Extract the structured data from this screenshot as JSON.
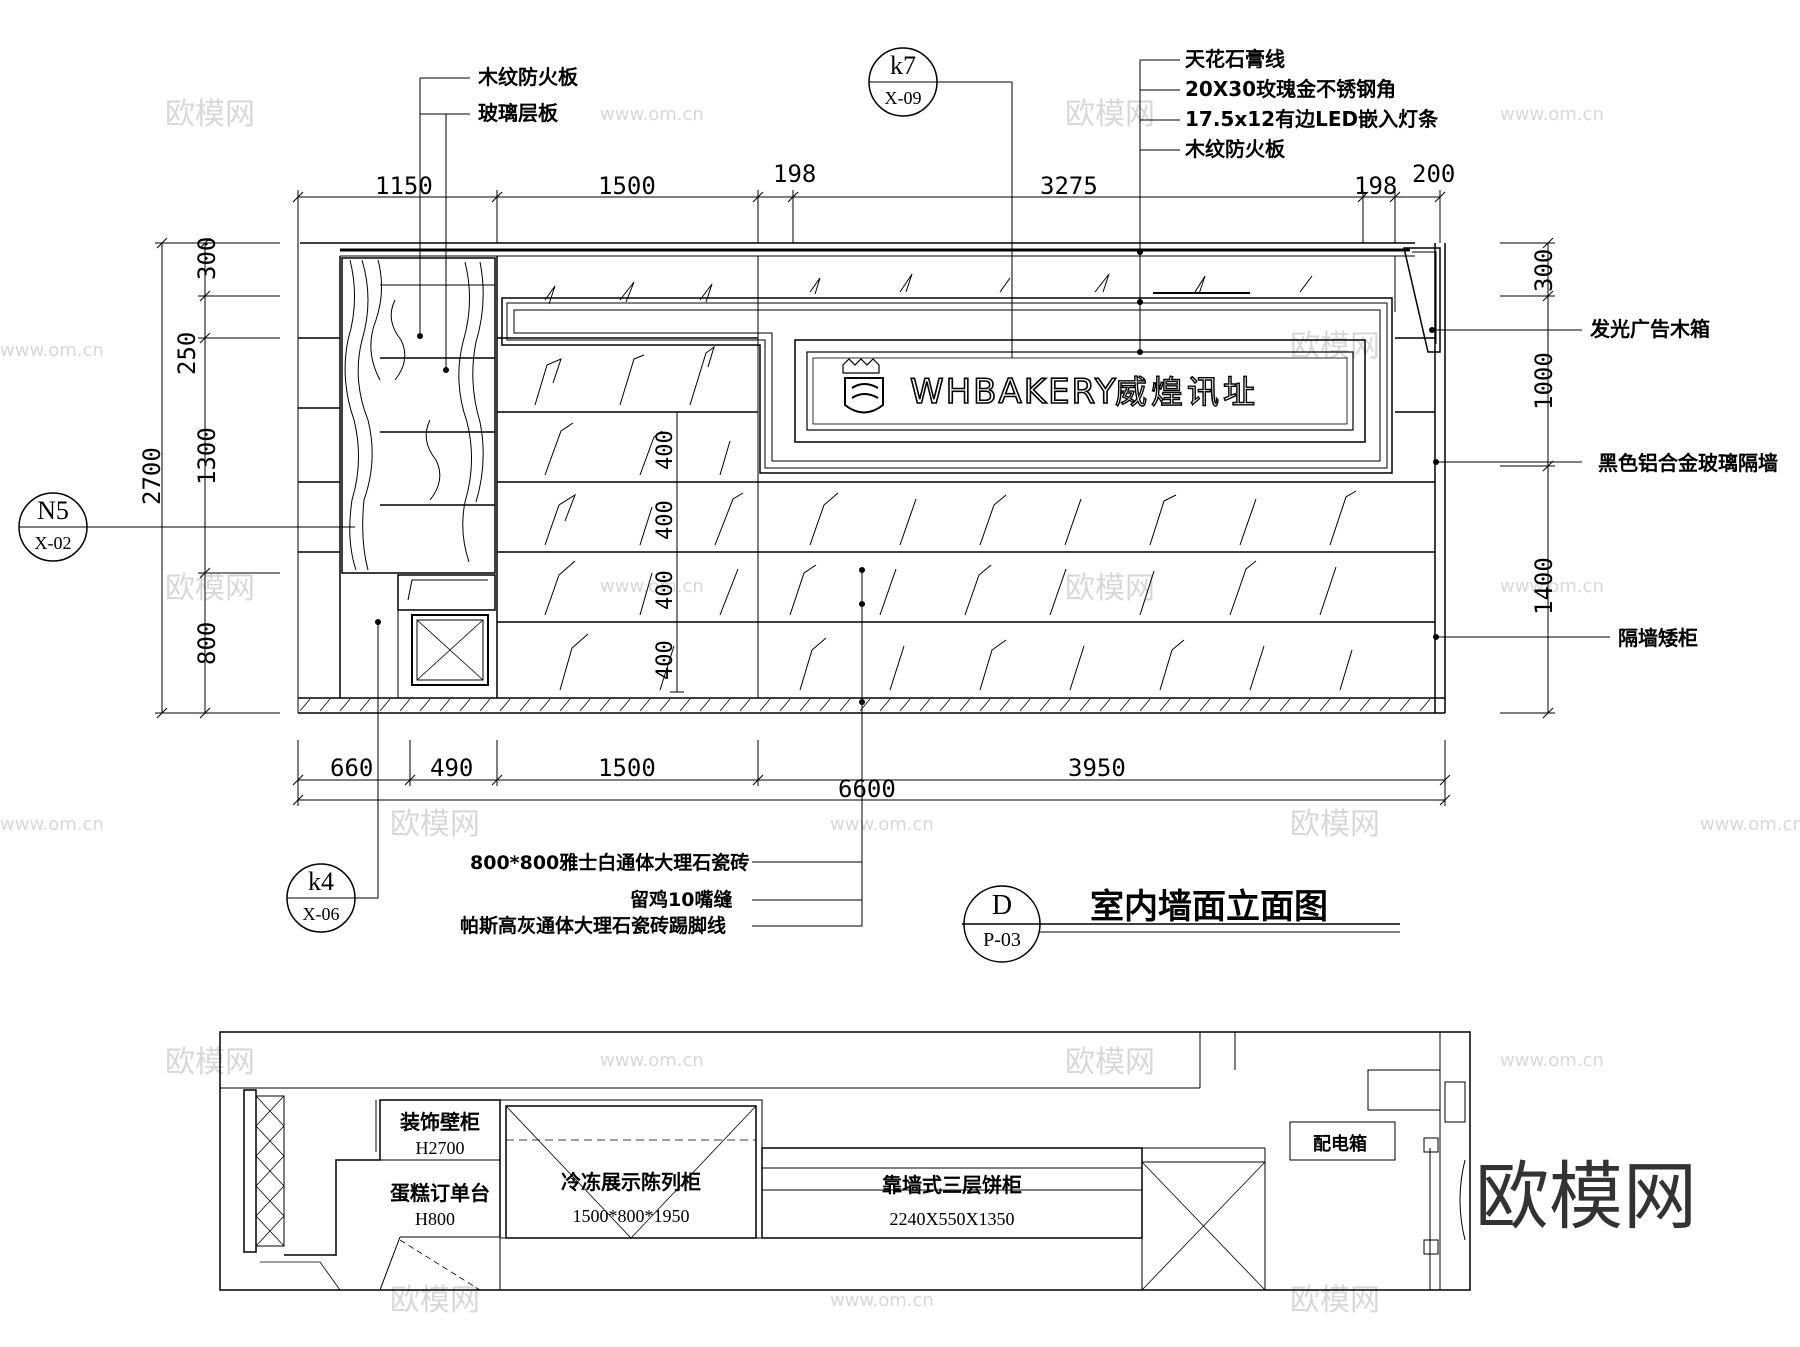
{
  "drawing": {
    "title": "室内墙面立面图",
    "title_mark": {
      "letter": "D",
      "ref": "P-03"
    }
  },
  "markers": {
    "k7": {
      "id": "k7",
      "ref": "X-09"
    },
    "n5": {
      "id": "N5",
      "ref": "X-02"
    },
    "k4": {
      "id": "k4",
      "ref": "X-06"
    }
  },
  "sign": {
    "brand": "WHBAKERY",
    "cn": "威煌讯址"
  },
  "labels": {
    "top_left": [
      "木纹防火板",
      "玻璃层板"
    ],
    "top_right": [
      "天花石膏线",
      "20X30玫瑰金不锈钢角",
      "17.5x12有边LED嵌入灯条",
      "木纹防火板"
    ],
    "right": [
      "发光广告木箱",
      "黑色铝合金玻璃隔墙",
      "隔墙矮柜"
    ],
    "bottom": [
      "800*800雅士白通体大理石瓷砖",
      "留鸡10嘴缝",
      "帕斯高灰通体大理石瓷砖踢脚线"
    ]
  },
  "dimensions": {
    "top": [
      "1150",
      "1500",
      "198",
      "3275",
      "198",
      "200"
    ],
    "bottom": [
      "660",
      "490",
      "1500",
      "3950"
    ],
    "total": "6600",
    "left": [
      "300",
      "250",
      "1300",
      "800"
    ],
    "left_total": "2700",
    "right": [
      "300",
      "1000",
      "1400"
    ],
    "tile_rows": [
      "400",
      "400",
      "400",
      "400"
    ]
  },
  "plan": {
    "cabinet": {
      "name": "装饰壁柜",
      "size": "H2700"
    },
    "counter": {
      "name": "蛋糕订单台",
      "size": "H800"
    },
    "freezer": {
      "name": "冷冻展示陈列柜",
      "size": "1500*800*1950"
    },
    "shelf": {
      "name": "靠墙式三层饼柜",
      "size": "2240X550X1350"
    },
    "box": {
      "name": "配电箱"
    }
  },
  "watermark": {
    "text": "欧模网",
    "url": "www.om.cn"
  }
}
